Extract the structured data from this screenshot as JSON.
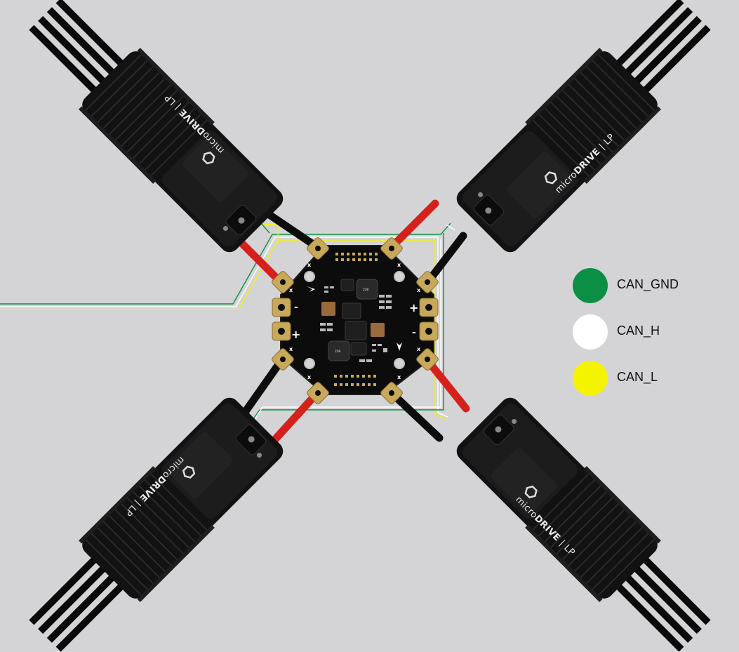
{
  "colors": {
    "background": "#d4d4d6",
    "can_gnd": "#0b8f45",
    "can_h": "#ffffff",
    "can_l": "#f4f400",
    "esc_body": "#151515",
    "power_positive": "#d6201c",
    "power_negative": "#0d0d0d",
    "pcb": "#0c0c0c",
    "pad_gold": "#c8a85a"
  },
  "legend": [
    {
      "id": "can_gnd",
      "label": "CAN_GND",
      "color": "#0b8f45"
    },
    {
      "id": "can_h",
      "label": "CAN_H",
      "color": "#ffffff"
    },
    {
      "id": "can_l",
      "label": "CAN_L",
      "color": "#f4f400"
    }
  ],
  "esc": {
    "brand_prefix": "micro",
    "brand_main": "DRIVE",
    "brand_suffix": "LP",
    "count": 4,
    "logo_icon": "hexagon-logo-icon"
  },
  "pcb": {
    "polarity_plus": "+",
    "polarity_minus": "-",
    "motor_marker": "x",
    "inductor_top": "220",
    "inductor_bottom": "220"
  }
}
